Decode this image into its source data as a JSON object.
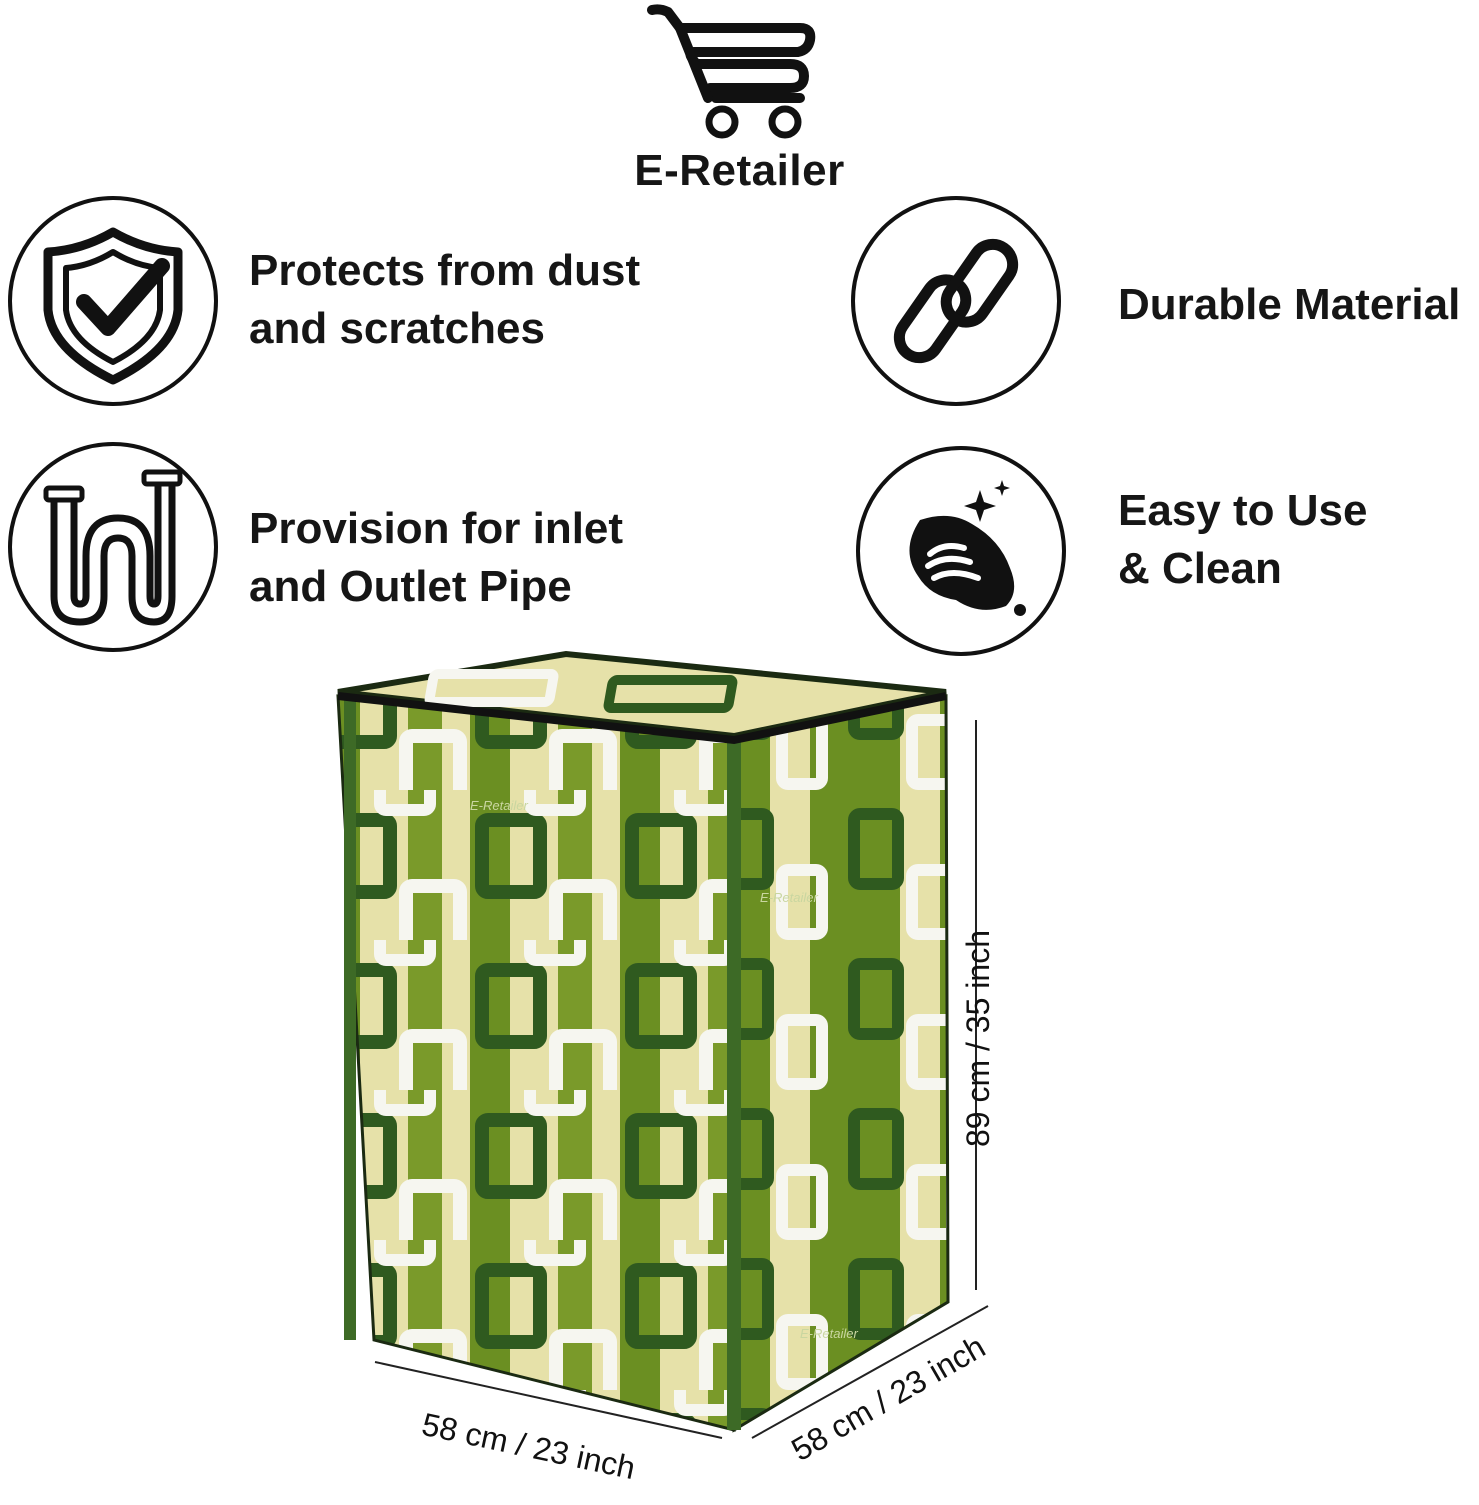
{
  "brand": {
    "name": "E-Retailer",
    "icon": "shopping-cart-icon",
    "watermark": "E-Retailer"
  },
  "features": [
    {
      "icon": "shield-check-icon",
      "line1": "Protects from dust",
      "line2": "and scratches"
    },
    {
      "icon": "chain-link-icon",
      "line1": "Durable Material",
      "line2": ""
    },
    {
      "icon": "pipe-icon",
      "line1": "Provision for inlet",
      "line2": "and Outlet Pipe"
    },
    {
      "icon": "cleaning-hand-icon",
      "line1": "Easy to Use",
      "line2": "& Clean"
    }
  ],
  "product": {
    "name": "washing-machine-cover",
    "colors": {
      "dark_green": "#2f5a1f",
      "olive": "#6b8f22",
      "light": "#e8e3ad",
      "white": "#f6f6f0"
    }
  },
  "dimensions": {
    "width": "58 cm / 23 inch",
    "depth": "58 cm / 23 inch",
    "height": "89 cm / 35 inch"
  }
}
